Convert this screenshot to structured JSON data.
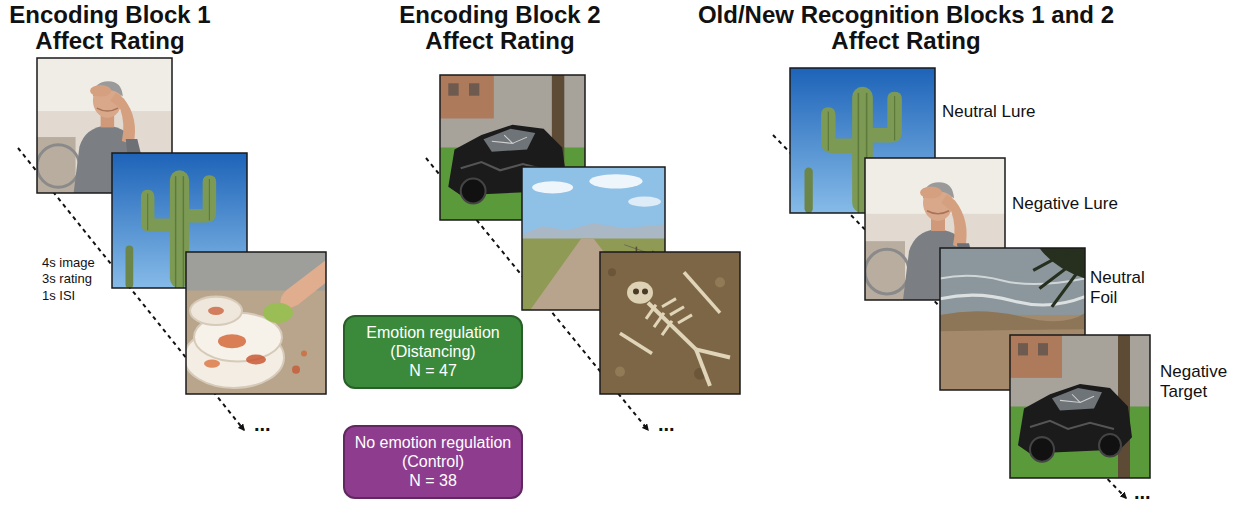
{
  "diagram": {
    "nodes": [
      {
        "text": [
          "Emotion regulation (Distancing)",
          "N = 47"
        ]
      },
      {
        "text": [
          "No emotion regulation (Control)",
          "N = 38"
        ]
      }
    ],
    "labels": [
      "Encoding Block 1 Affect Rating",
      "Encoding Block 2 Affect Rating",
      "Old/New Recognition Blocks 1 and 2 Affect Rating",
      "4s image 3s rating 1s ISI",
      "...",
      "...",
      "...",
      "Neutral Lure",
      "Negative Lure",
      "Neutral Foil",
      "Negative Target"
    ]
  }
}
